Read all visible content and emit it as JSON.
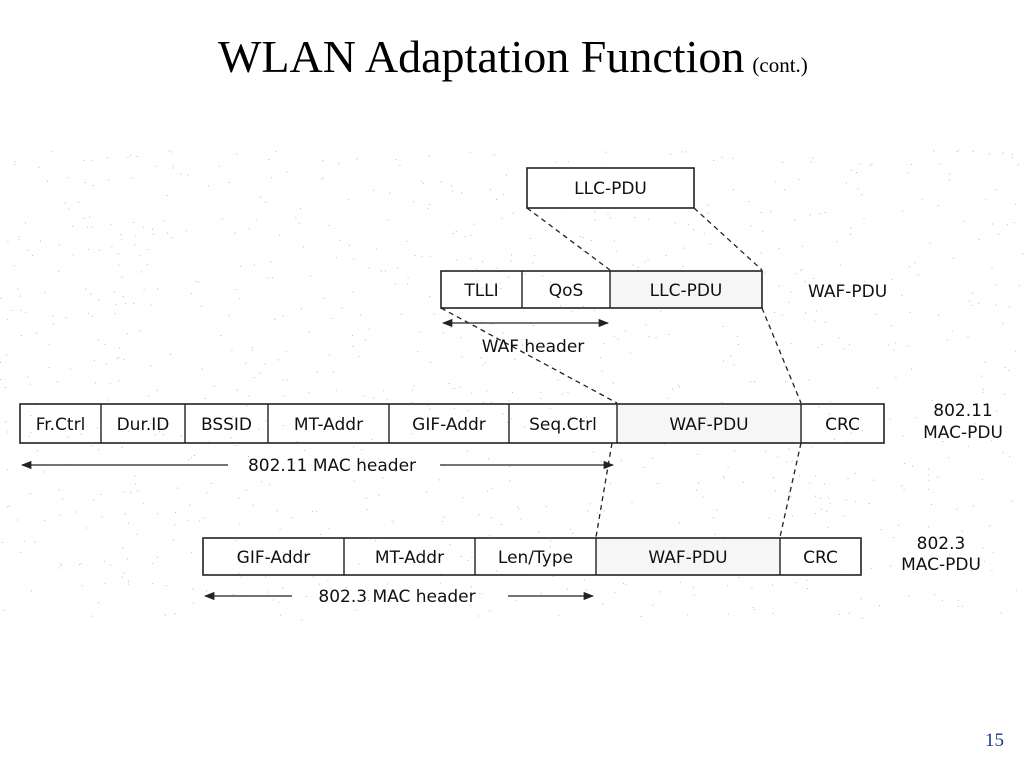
{
  "slide": {
    "title": "WLAN Adaptation Function",
    "title_suffix": "(cont.)",
    "page_number": "15"
  },
  "diagram": {
    "llc": {
      "cells": [
        "LLC-PDU"
      ]
    },
    "waf": {
      "cells": [
        "TLLI",
        "QoS",
        "LLC-PDU"
      ],
      "label": "WAF-PDU",
      "header_label": "WAF header"
    },
    "mac80211": {
      "cells": [
        "Fr.Ctrl",
        "Dur.ID",
        "BSSID",
        "MT-Addr",
        "GIF-Addr",
        "Seq.Ctrl",
        "WAF-PDU",
        "CRC"
      ],
      "label_line1": "802.11",
      "label_line2": "MAC-PDU",
      "header_label": "802.11 MAC header"
    },
    "mac8023": {
      "cells": [
        "GIF-Addr",
        "MT-Addr",
        "Len/Type",
        "WAF-PDU",
        "CRC"
      ],
      "label_line1": "802.3",
      "label_line2": "MAC-PDU",
      "header_label": "802.3 MAC header"
    }
  }
}
